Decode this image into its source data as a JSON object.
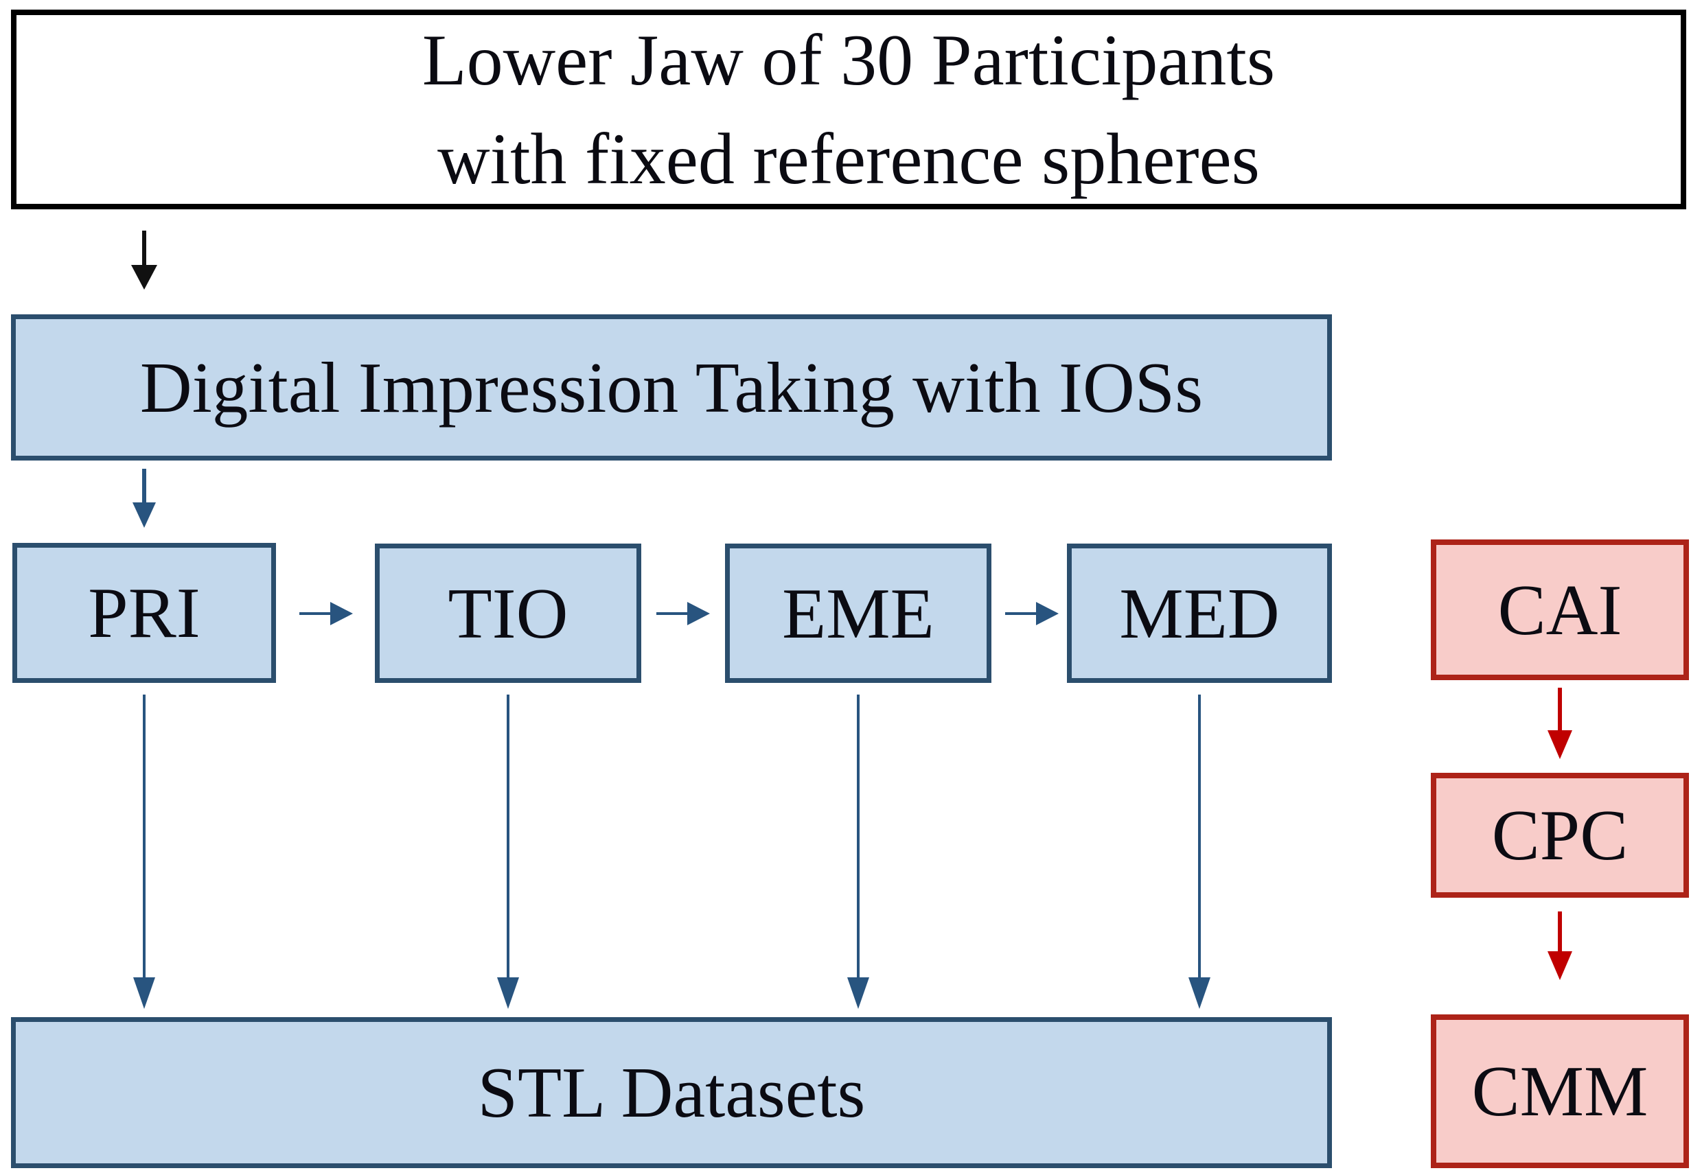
{
  "figure": {
    "source_box": {
      "lines": [
        "Lower Jaw of 30 Participants",
        "with fixed reference spheres"
      ]
    },
    "impression_box": {
      "label": "Digital Impression Taking with IOSs"
    },
    "scanners": [
      {
        "label": "PRI"
      },
      {
        "label": "TIO"
      },
      {
        "label": "EME"
      },
      {
        "label": "MED"
      }
    ],
    "datasets_box": {
      "label": "STL Datasets"
    },
    "reference_chain": [
      {
        "label": "CAI"
      },
      {
        "label": "CPC"
      },
      {
        "label": "CMM"
      }
    ],
    "colors": {
      "blue_fill": "#C3D8EC",
      "blue_border": "#2B4E6D",
      "blue_arrow": "#28547F",
      "black_border": "#000000",
      "black_arrow": "#111111",
      "red_fill": "#F8CCC9",
      "red_border": "#AD2318",
      "red_arrow": "#C00000",
      "text": "#0B0B12"
    }
  }
}
